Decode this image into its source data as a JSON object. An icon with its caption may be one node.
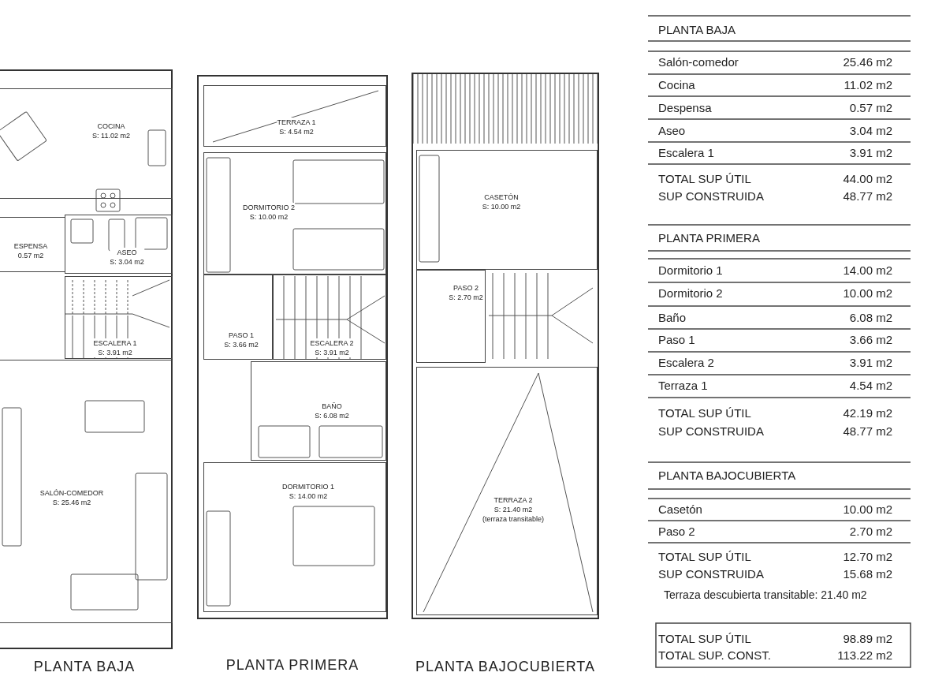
{
  "diagram": {
    "nodes": [
      {
        "text": [
          "PLANTA BAJA"
        ]
      },
      {
        "text": [
          "COCINA",
          "S: 11.02 m2"
        ],
        "in": 0
      },
      {
        "text": [
          "ESPENSA",
          "0.57 m2"
        ],
        "in": 0
      },
      {
        "text": [
          "ASEO",
          "S: 3.04 m2"
        ],
        "in": 0
      },
      {
        "text": [
          "ESCALERA 1",
          "S: 3.91 m2"
        ],
        "in": 0
      },
      {
        "text": [
          "SALÓN-COMEDOR",
          "S: 25.46 m2"
        ],
        "in": 0
      },
      {
        "text": [
          "PLANTA PRIMERA"
        ]
      },
      {
        "text": [
          "TERRAZA 1",
          "S: 4.54 m2"
        ],
        "in": 6
      },
      {
        "text": [
          "DORMITORIO 2",
          "S: 10.00 m2"
        ],
        "in": 6
      },
      {
        "text": [
          "PASO 1",
          "S: 3.66 m2"
        ],
        "in": 6
      },
      {
        "text": [
          "ESCALERA 2",
          "S: 3.91 m2"
        ],
        "in": 6
      },
      {
        "text": [
          "BAÑO",
          "S: 6.08 m2"
        ],
        "in": 6
      },
      {
        "text": [
          "DORMITORIO 1",
          "S: 14.00 m2"
        ],
        "in": 6
      },
      {
        "text": [
          "PLANTA BAJOCUBIERTA"
        ]
      },
      {
        "text": [
          "CASETÓN",
          "S: 10.00 m2"
        ],
        "in": 13
      },
      {
        "text": [
          "PASO 2",
          "S: 2.70 m2"
        ],
        "in": 13
      },
      {
        "text": [
          "TERRAZA 2",
          "S: 21.40 m2",
          "(terraza transitable)"
        ],
        "in": 13
      }
    ],
    "labels": [
      "PLANTA BAJA",
      "Salón-comedor",
      "25.46 m2",
      "Cocina",
      "11.02 m2",
      "Despensa",
      "0.57 m2",
      "Aseo",
      "3.04 m2",
      "Escalera 1",
      "3.91 m2",
      "TOTAL SUP ÚTIL",
      "44.00 m2",
      "SUP CONSTRUIDA",
      "48.77 m2",
      "PLANTA PRIMERA",
      "Dormitorio 1",
      "14.00 m2",
      "Dormitorio 2",
      "10.00 m2",
      "Baño",
      "6.08 m2",
      "Paso 1",
      "3.66 m2",
      "Escalera 2",
      "3.91 m2",
      "Terraza 1",
      "4.54 m2",
      "TOTAL SUP ÚTIL",
      "42.19 m2",
      "SUP CONSTRUIDA",
      "48.77 m2",
      "PLANTA BAJOCUBIERTA",
      "Casetón",
      "10.00 m2",
      "Paso 2",
      "2.70 m2",
      "TOTAL SUP ÚTIL",
      "12.70 m2",
      "SUP CONSTRUIDA",
      "15.68 m2",
      "Terraza descubierta transitable: 21.40 m2",
      "TOTAL SUP ÚTIL",
      "98.89 m2",
      "TOTAL SUP. CONST.",
      "113.22 m2"
    ]
  }
}
